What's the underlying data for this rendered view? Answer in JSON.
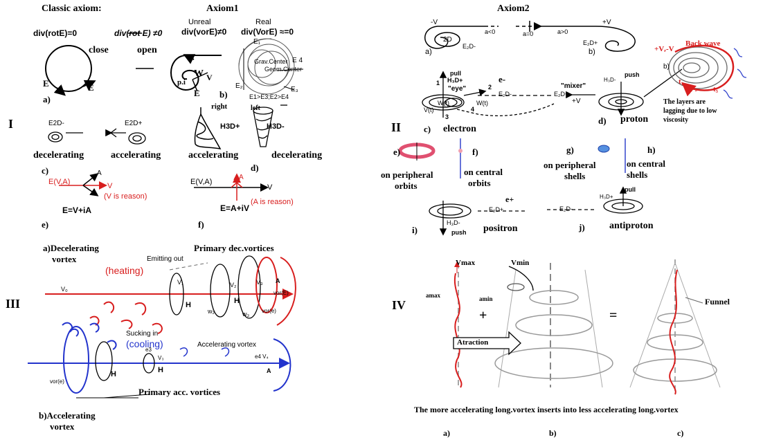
{
  "panel1": {
    "title_left": "Classic axiom:",
    "title_axiom": "Axiom1",
    "div_classic": "div(rotE)=0",
    "div_classic2": "div(rot E) ≠0",
    "unreal": "Unreal",
    "div_unreal": "div(vorE)≠0",
    "real": "Real",
    "div_real": "div(VorE) ≈=0",
    "close": "close",
    "open": "open",
    "E_left": "E",
    "E_right": "E",
    "W": "W",
    "V": "V",
    "pi": "p.i",
    "E_b": "E",
    "b_label": "b)",
    "a_label": "a)",
    "E1": "E₁",
    "E2": "E₂",
    "E3": "E₃",
    "E4": "E 4",
    "grav": "Grav.Center",
    "geom": "Geom.Center",
    "ineq": "E1>E3;E2>E4",
    "roman": "I",
    "E2D_minus": "E2D-",
    "E2D_plus": "E2D+",
    "decelerating": "decelerating",
    "accelerating": "accelerating",
    "c_label": "c)",
    "right": "right",
    "left": "left",
    "H3D_plus": "H3D+",
    "H3D_minus": "H3D-",
    "accelerating2": "accelerating",
    "decelerating2": "decelerating",
    "d_label": "d)",
    "EVA_e": "E(V,A)",
    "V_e": "V",
    "A_e": "A",
    "V_reason": "(V is reason)",
    "formula_e": "E=V+iA",
    "e_label": "e)",
    "EVA_f": "E(V,A)",
    "A_f": "A",
    "V_f": "V",
    "A_reason": "(A is reason)",
    "formula_f": "E=A+iV",
    "f_label": "f)"
  },
  "panel2": {
    "title": "Axiom2",
    "minusV": "-V",
    "plusV": "+V",
    "a_lt": "a<0",
    "a_eq": "a=0",
    "a_gt": "a>0",
    "twoD": "2D",
    "E2D_minus": "E₂D-",
    "E2D_plus": "E₂D+",
    "a_label": "a)",
    "b_label": "b)",
    "pull": "pull",
    "H3D_plus": "H₃D+",
    "eye": "\"eye\"",
    "e_minus": "e-",
    "n1": "1",
    "n2": "2",
    "n3": "3",
    "n4": "4",
    "E2D_minus2": "E₂D-",
    "Vt": "V(t)",
    "Wt": "W(t)",
    "Wt2": "W(t)",
    "mixer": "\"mixer\"",
    "E2D_plus2": "E₂D+",
    "plusV2": "+V",
    "push": "push",
    "H3D_minus_small": "H₃D-",
    "roman": "II",
    "c_label": "c)",
    "electron": "electron",
    "d_label": "d)",
    "proton": "proton",
    "backwave": "Back wave",
    "vrv": "+Vᵣ-V",
    "b2": "b)",
    "t1": "t₁",
    "t2": "t₂",
    "t3": "t₃",
    "lag1": "The layers are",
    "lag2": "lagging due to low",
    "lag3": "viscosity",
    "e_lbl": "e)",
    "f_lbl": "f)",
    "g_lbl": "g)",
    "h_lbl": "h)",
    "periph_orb1": "on peripheral",
    "periph_orb2": "orbits",
    "central_orb1": "on central",
    "central_orb2": "orbits",
    "periph_sh1": "on peripheral",
    "periph_sh2": "shells",
    "central_sh1": "on central",
    "central_sh2": "shells",
    "e_plus": "e+",
    "E2D_plus3": "E₂D+",
    "E2D_minus3": "E₂D-",
    "H3D_minus3": "H₃D-",
    "push2": "push",
    "pull2": "pull",
    "H3D_plus3": "H₃D+",
    "i_lbl": "i)",
    "positron": "positron",
    "j_lbl": "j)",
    "antiproton": "antiproton"
  },
  "panel3": {
    "roman": "III",
    "a_title1": "a)Decelerating",
    "a_title2": "vortex",
    "primary_dec": "Primary dec.vortices",
    "emitting": "Emitting out",
    "heating": "(heating)",
    "V0": "V₀",
    "V1": "V₁",
    "V2": "V₂",
    "V3": "V₃",
    "H": "H",
    "H2": "H",
    "w2": "w₂",
    "w3": "w₃",
    "vore": "vor(e)",
    "vorE": "vor(E)",
    "A": "A",
    "sucking": "Sucking in",
    "cooling": "(cooling)",
    "acc_vortex": "Accelerating vortex",
    "e3": "e3",
    "e4": "e4 V₄",
    "V3b": "V₃",
    "Hb": "H",
    "Hc": "H",
    "vore_b": "vor(e)",
    "primary_acc": "Primary acc. vortices",
    "b_title1": "b)Accelerating",
    "b_title2": "vortex",
    "Ab": "A"
  },
  "panel4": {
    "roman": "IV",
    "vmax": "Vmax",
    "vmin": "Vmin",
    "amax": "amax",
    "amin": "amin",
    "plus": "+",
    "equals": "=",
    "atraction": "Atraction",
    "funnel": "Funnel",
    "caption": "The more accelerating long.vortex inserts into less accelerating long.vortex",
    "a_lbl": "a)",
    "b_lbl": "b)",
    "c_lbl": "c)"
  }
}
